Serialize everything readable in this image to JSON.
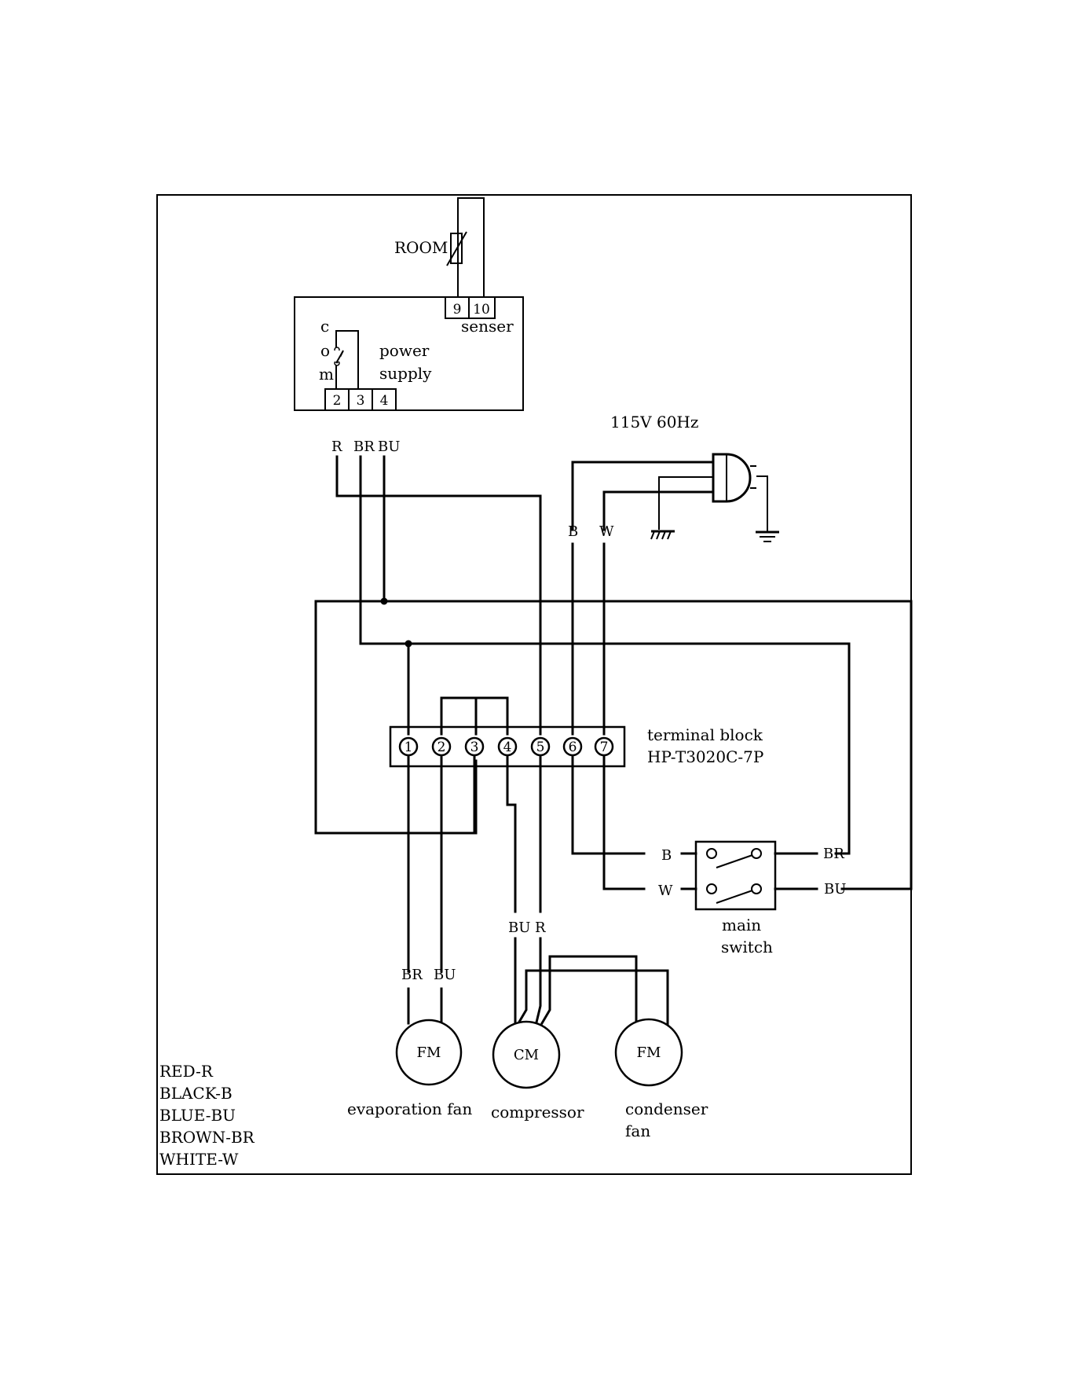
{
  "room_sensor": {
    "label": "ROOM"
  },
  "controller": {
    "sensor_terminals": [
      "9",
      "10"
    ],
    "sensor_label": "senser",
    "com_letters": [
      "c",
      "o",
      "m"
    ],
    "power_label_line1": "power",
    "power_label_line2": "supply",
    "power_terminals": [
      "2",
      "3",
      "4"
    ],
    "wire_labels": [
      "R",
      "BR",
      "BU"
    ]
  },
  "supply": {
    "label": "115V 60Hz",
    "wire_b": "B",
    "wire_w": "W"
  },
  "terminal_block": {
    "label_line1": "terminal block",
    "label_line2": "HP-T3020C-7P",
    "terminals": [
      "1",
      "2",
      "3",
      "4",
      "5",
      "6",
      "7"
    ]
  },
  "main_switch": {
    "label_line1": "main",
    "label_line2": "switch",
    "in_top": "B",
    "in_bottom": "W",
    "out_top": "BR",
    "out_bottom": "BU"
  },
  "motors": {
    "evaporation_fan": {
      "symbol": "FM",
      "label": "evaporation fan",
      "wire_left": "BR",
      "wire_right": "BU"
    },
    "compressor": {
      "symbol": "CM",
      "label": "compressor",
      "wire_left": "BU",
      "wire_right": "R"
    },
    "condenser_fan": {
      "symbol": "FM",
      "label_line1": "condenser",
      "label_line2": "fan"
    }
  },
  "legend": [
    "RED-R",
    "BLACK-B",
    "BLUE-BU",
    "BROWN-BR",
    "WHITE-W"
  ]
}
